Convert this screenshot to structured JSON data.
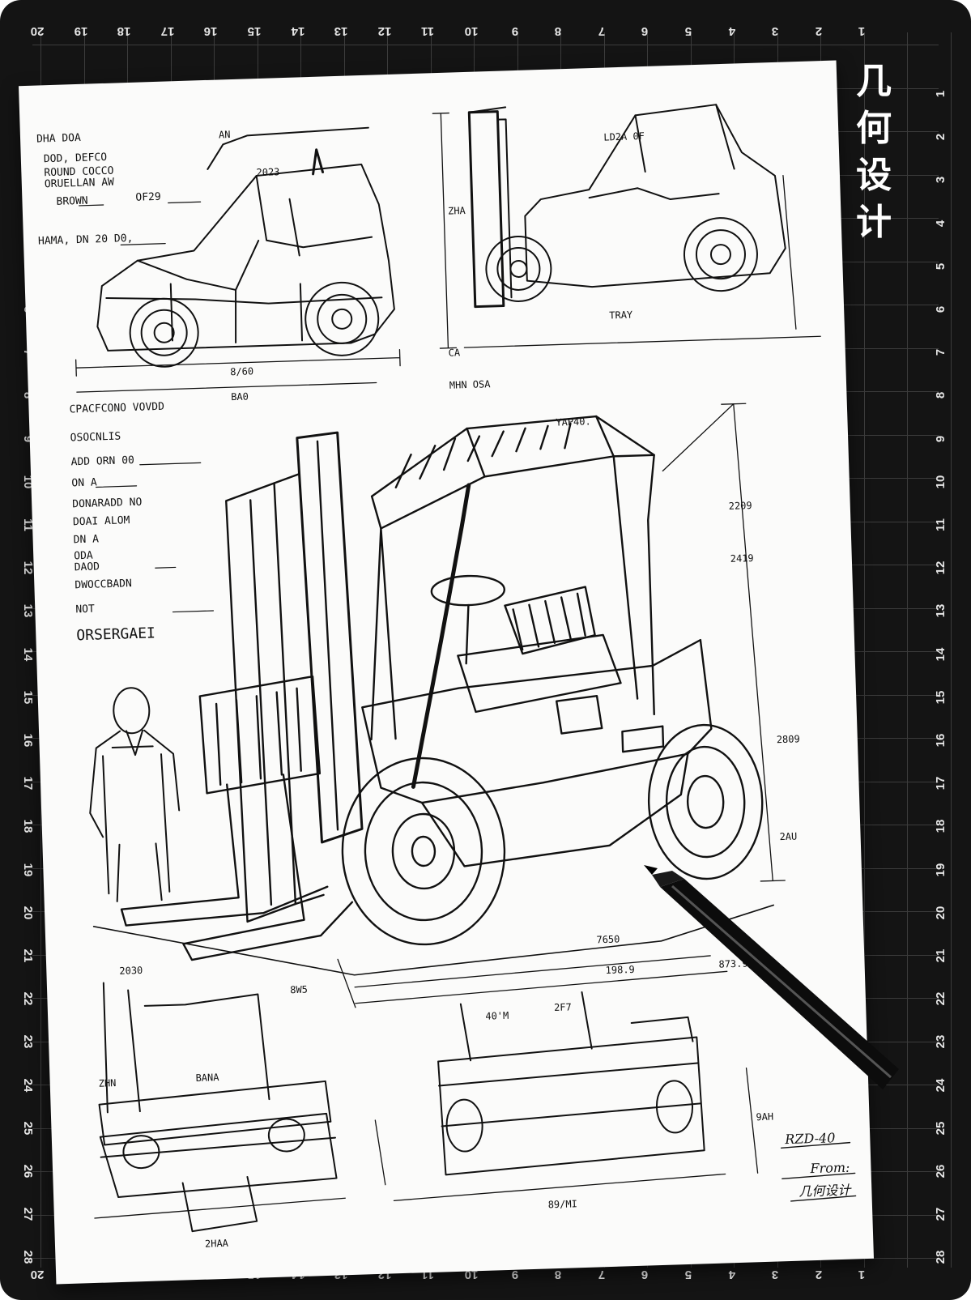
{
  "brand": {
    "chars": [
      "几",
      "何",
      "设",
      "计"
    ]
  },
  "ruler": {
    "horizontal": [
      "20",
      "19",
      "18",
      "17",
      "16",
      "15",
      "14",
      "13",
      "12",
      "11",
      "10",
      "9",
      "8",
      "7",
      "6",
      "5",
      "4",
      "3",
      "2",
      "1"
    ],
    "vertical": [
      "1",
      "2",
      "3",
      "4",
      "5",
      "6",
      "7",
      "8",
      "9",
      "10",
      "11",
      "12",
      "13",
      "14",
      "15",
      "16",
      "17",
      "18",
      "19",
      "20",
      "21",
      "22",
      "23",
      "24",
      "25",
      "26",
      "27",
      "28"
    ]
  },
  "notes": {
    "top_left": [
      "DHA DOA",
      "DOD, DEFCO",
      "ROUND COCCO",
      "ORUELLAN AW",
      "BROWN",
      "OF29",
      "HAMA, DN 20 D0,"
    ],
    "top_left_dims": [
      "AN",
      "2023",
      "BA0",
      "8/60"
    ],
    "top_right_dims": [
      "LD2A 0F",
      "ZHA",
      "TRAY",
      "CA",
      "MHN OSA"
    ],
    "spec_list": [
      "CPACFCONO VOVDD",
      "OSOCNLIS",
      "ADD ORN 00",
      "ON A",
      "DONARADD NO",
      "DOAI ALOM",
      "DN A",
      "ODA",
      "DAOD",
      "DWOCCBADN",
      "NOT",
      "ORSERGAEI"
    ],
    "main_dims": [
      "YAP40.",
      "2209",
      "2419",
      "2809",
      "2AU",
      "7650",
      "198.9",
      "873.9",
      "2030",
      "40'M",
      "2F7",
      "8W5"
    ],
    "bottom_dims": [
      "2HAA",
      "89/MI",
      "9AH",
      "BANA",
      "ZHN"
    ],
    "signature": [
      "RZD-40",
      "From:",
      "几何设计"
    ]
  }
}
